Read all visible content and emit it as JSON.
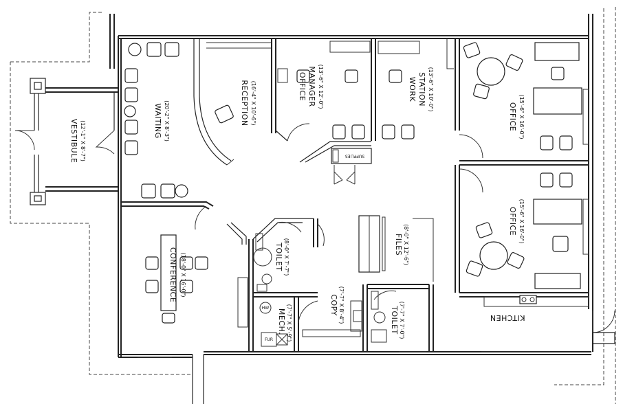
{
  "rooms": {
    "vestibule": {
      "name": "VESTIBULE",
      "dims": "(12'-1\" X 8'-7\")"
    },
    "waiting": {
      "name": "WAITING",
      "dims": "(20'-2\" X 8'-3\")"
    },
    "reception": {
      "name": "RECEPTION",
      "dims": "(16'-4\" X 10'-6\")"
    },
    "office_manager": {
      "name1": "OFFICE",
      "name2": "MANAGER",
      "dims": "(13'-6\" X 12'-0\")"
    },
    "work_station": {
      "name1": "WORK",
      "name2": "STATION",
      "dims": "(13'-6\" X 10'-0\")"
    },
    "office_top": {
      "name": "OFFICE",
      "dims": "(15'-6\" X 16'-0\")"
    },
    "supplies": {
      "name": "SUPPLIES"
    },
    "office_bottom": {
      "name": "OFFICE",
      "dims": "(15'-6\" X 16'-0\")"
    },
    "conference": {
      "name": "CONFERENCE",
      "dims": "(18'-0\" X 16'-0\")"
    },
    "toilet_left": {
      "name": "TOILET",
      "dims": "(8'-0\" X 7'-7\")"
    },
    "files": {
      "name": "FILES",
      "dims": "(8'-0\" X 12'-6\")"
    },
    "mech": {
      "name": "MECH.",
      "dims": "(7'-7\" X 5'-9\")"
    },
    "copy": {
      "name": "COPY",
      "dims": "(7'-7\" X 8'-4\")"
    },
    "toilet_right": {
      "name": "TOILET",
      "dims": "(7'-7\" X 7'-0\")"
    },
    "kitchen": {
      "name": "KITCHEN"
    }
  },
  "equipment": {
    "water_heater": "HW",
    "furnace": "FUR"
  }
}
